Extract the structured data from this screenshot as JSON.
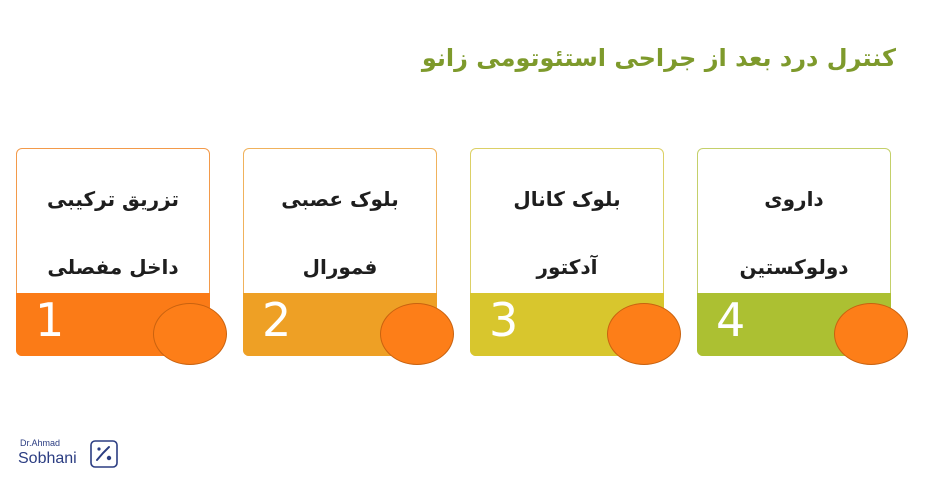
{
  "title": "کنترل درد بعد از جراحی استئوتومی زانو",
  "cards": [
    {
      "number": "1",
      "line1": "تزریق ترکیبی",
      "line2": "داخل مفصلی",
      "border_color": "#f39a4a",
      "band_color": "#fb7b17"
    },
    {
      "number": "2",
      "line1": "بلوک عصبی",
      "line2": "فمورال",
      "border_color": "#f0b25c",
      "band_color": "#eea025"
    },
    {
      "number": "3",
      "line1": "بلوک کانال",
      "line2": "آدکتور",
      "border_color": "#dcd066",
      "band_color": "#d8c62d"
    },
    {
      "number": "4",
      "line1": "داروی",
      "line2": "دولوکستین",
      "border_color": "#c4d06a",
      "band_color": "#acc032"
    }
  ],
  "logo": {
    "prefix": "Dr.Ahmad",
    "name": "Sobhani"
  },
  "colors": {
    "title": "#7e9a2c",
    "oval": "#fd7e18",
    "logo": "#2b3d82"
  }
}
